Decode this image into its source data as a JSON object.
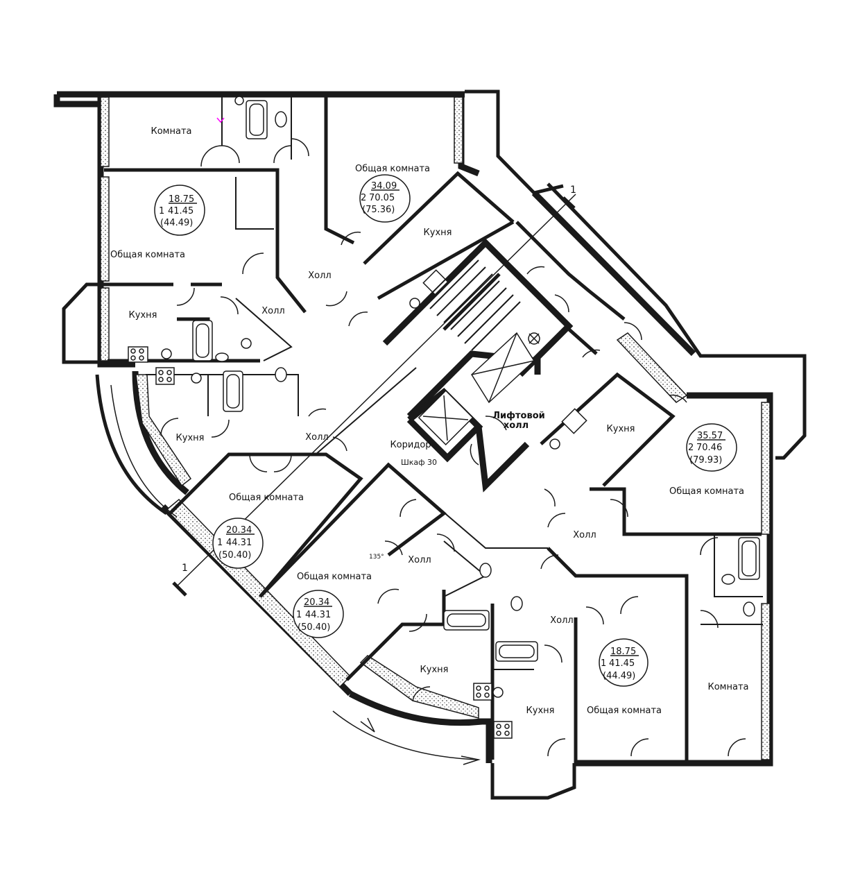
{
  "rooms": {
    "komnata_top_left": "Комната",
    "obshchaya_top_center": "Общая комната",
    "obshchaya_left_upper": "Общая комната",
    "kukhnya_top_center": "Кухня",
    "kholl_upper_center": "Холл",
    "kukhnya_left": "Кухня",
    "kholl_left_upper": "Холл",
    "kukhnya_left_lower": "Кухня",
    "kholl_left_lower": "Холл",
    "koridor": "Коридор",
    "shkaf": "Шкаф 30",
    "liftovoy_line1": "Лифтовой",
    "liftovoy_line2": "холл",
    "kukhnya_right": "Кухня",
    "obshchaya_right": "Общая комната",
    "obshchaya_left_mid": "Общая комната",
    "kholl_center_lower": "Холл",
    "obshchaya_center_lower": "Общая комната",
    "kholl_right_mid": "Холл",
    "kholl_right_lower": "Холл",
    "kukhnya_bottom_center": "Кухня",
    "kukhnya_bottom_right": "Кухня",
    "obshchaya_bottom_right": "Общая комната",
    "komnata_bottom_right": "Комната"
  },
  "apartments": [
    {
      "id": "apt-upper-left",
      "living": "18.75",
      "rooms_count": "1",
      "area": "41.45",
      "total": "(44.49)"
    },
    {
      "id": "apt-top-center",
      "living": "34.09",
      "rooms_count": "2",
      "area": "70.05",
      "total": "(75.36)"
    },
    {
      "id": "apt-right",
      "living": "35.57",
      "rooms_count": "2",
      "area": "70.46",
      "total": "(79.93)"
    },
    {
      "id": "apt-left-mid",
      "living": "20.34",
      "rooms_count": "1",
      "area": "44.31",
      "total": "(50.40)"
    },
    {
      "id": "apt-center-lower",
      "living": "20.34",
      "rooms_count": "1",
      "area": "44.31",
      "total": "(50.40)"
    },
    {
      "id": "apt-bottom-right",
      "living": "18.75",
      "rooms_count": "1",
      "area": "41.45",
      "total": "(44.49)"
    }
  ],
  "annotations": {
    "section_mark_top": "1",
    "section_mark_left": "1",
    "angle": "135°"
  },
  "icons": [
    "lift-icon",
    "vent-icon",
    "stair-icon",
    "bathtub-icon",
    "toilet-icon",
    "sink-icon",
    "stove-icon",
    "door-swing-icon"
  ],
  "colors": {
    "ink": "#1a1a1a",
    "background": "#ffffff",
    "accent_mark": "#ff00ff"
  }
}
